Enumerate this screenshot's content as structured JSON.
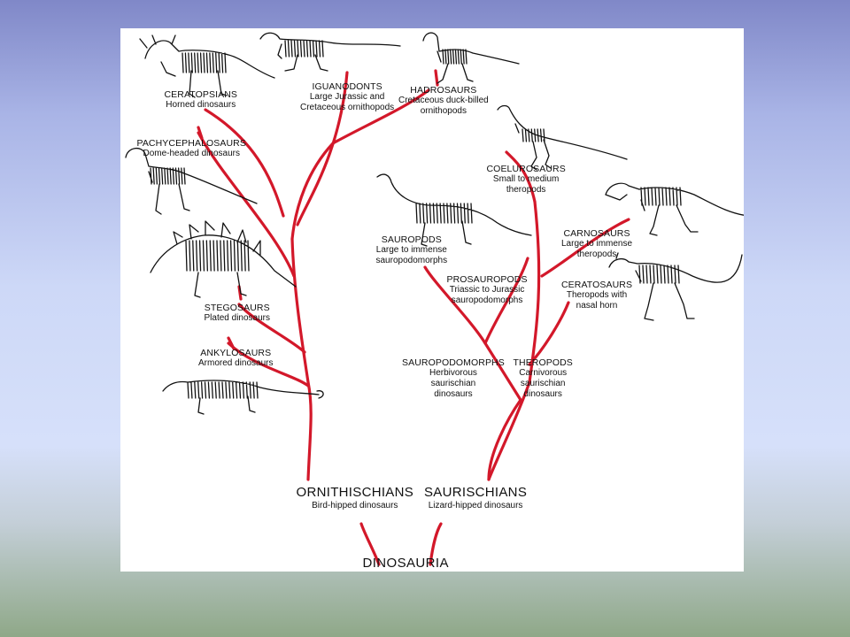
{
  "diagram": {
    "root": {
      "title": "DINOSAURIA"
    },
    "clades": [
      {
        "id": "ornithischians",
        "title": "ORNITHISCHIANS",
        "desc": [
          "Bird-hipped dinosaurs"
        ]
      },
      {
        "id": "saurischians",
        "title": "SAURISCHIANS",
        "desc": [
          "Lizard-hipped dinosaurs"
        ]
      },
      {
        "id": "ceratopsians",
        "title": "CERATOPSIANS",
        "desc": [
          "Horned dinosaurs"
        ]
      },
      {
        "id": "iguanodonts",
        "title": "IGUANODONTS",
        "desc": [
          "Large Jurassic and",
          "Cretaceous ornithopods"
        ]
      },
      {
        "id": "hadrosaurs",
        "title": "HADROSAURS",
        "desc": [
          "Cretaceous duck-billed",
          "ornithopods"
        ]
      },
      {
        "id": "pachycephalosaurs",
        "title": "PACHYCEPHALOSAURS",
        "desc": [
          "Dome-headed dinosaurs"
        ]
      },
      {
        "id": "stegosaurs",
        "title": "STEGOSAURS",
        "desc": [
          "Plated dinosaurs"
        ]
      },
      {
        "id": "ankylosaurs",
        "title": "ANKYLOSAURS",
        "desc": [
          "Armored dinosaurs"
        ]
      },
      {
        "id": "coelurosaurs",
        "title": "COELUROSAURS",
        "desc": [
          "Small to medium",
          "theropods"
        ]
      },
      {
        "id": "sauropods",
        "title": "SAUROPODS",
        "desc": [
          "Large to immense",
          "sauropodomorphs"
        ]
      },
      {
        "id": "carnosaurs",
        "title": "CARNOSAURS",
        "desc": [
          "Large to immense",
          "theropods"
        ]
      },
      {
        "id": "prosauropods",
        "title": "PROSAUROPODS",
        "desc": [
          "Triassic to Jurassic",
          "sauropodomorphs"
        ]
      },
      {
        "id": "ceratosaurs",
        "title": "CERATOSAURS",
        "desc": [
          "Theropods with",
          "nasal horn"
        ]
      },
      {
        "id": "sauropodomorphs",
        "title": "SAUROPODOMORPHS",
        "desc": [
          "Herbivorous",
          "saurischian",
          "dinosaurs"
        ]
      },
      {
        "id": "theropods",
        "title": "THEROPODS",
        "desc": [
          "Carnivorous",
          "saurischian",
          "dinosaurs"
        ]
      }
    ],
    "colors": {
      "branch": "#d3182a",
      "panel": "#ffffff",
      "text": "#111111"
    },
    "skeletons": [
      "triceratops-skeleton",
      "iguanodon-skeleton",
      "hadrosaur-skeleton",
      "pachycephalosaur-skeleton",
      "stegosaur-skeleton",
      "ankylosaur-skeleton",
      "coelurosaur-skeleton",
      "sauropod-skeleton",
      "carnosaur-skeleton",
      "ceratosaur-skeleton"
    ]
  }
}
